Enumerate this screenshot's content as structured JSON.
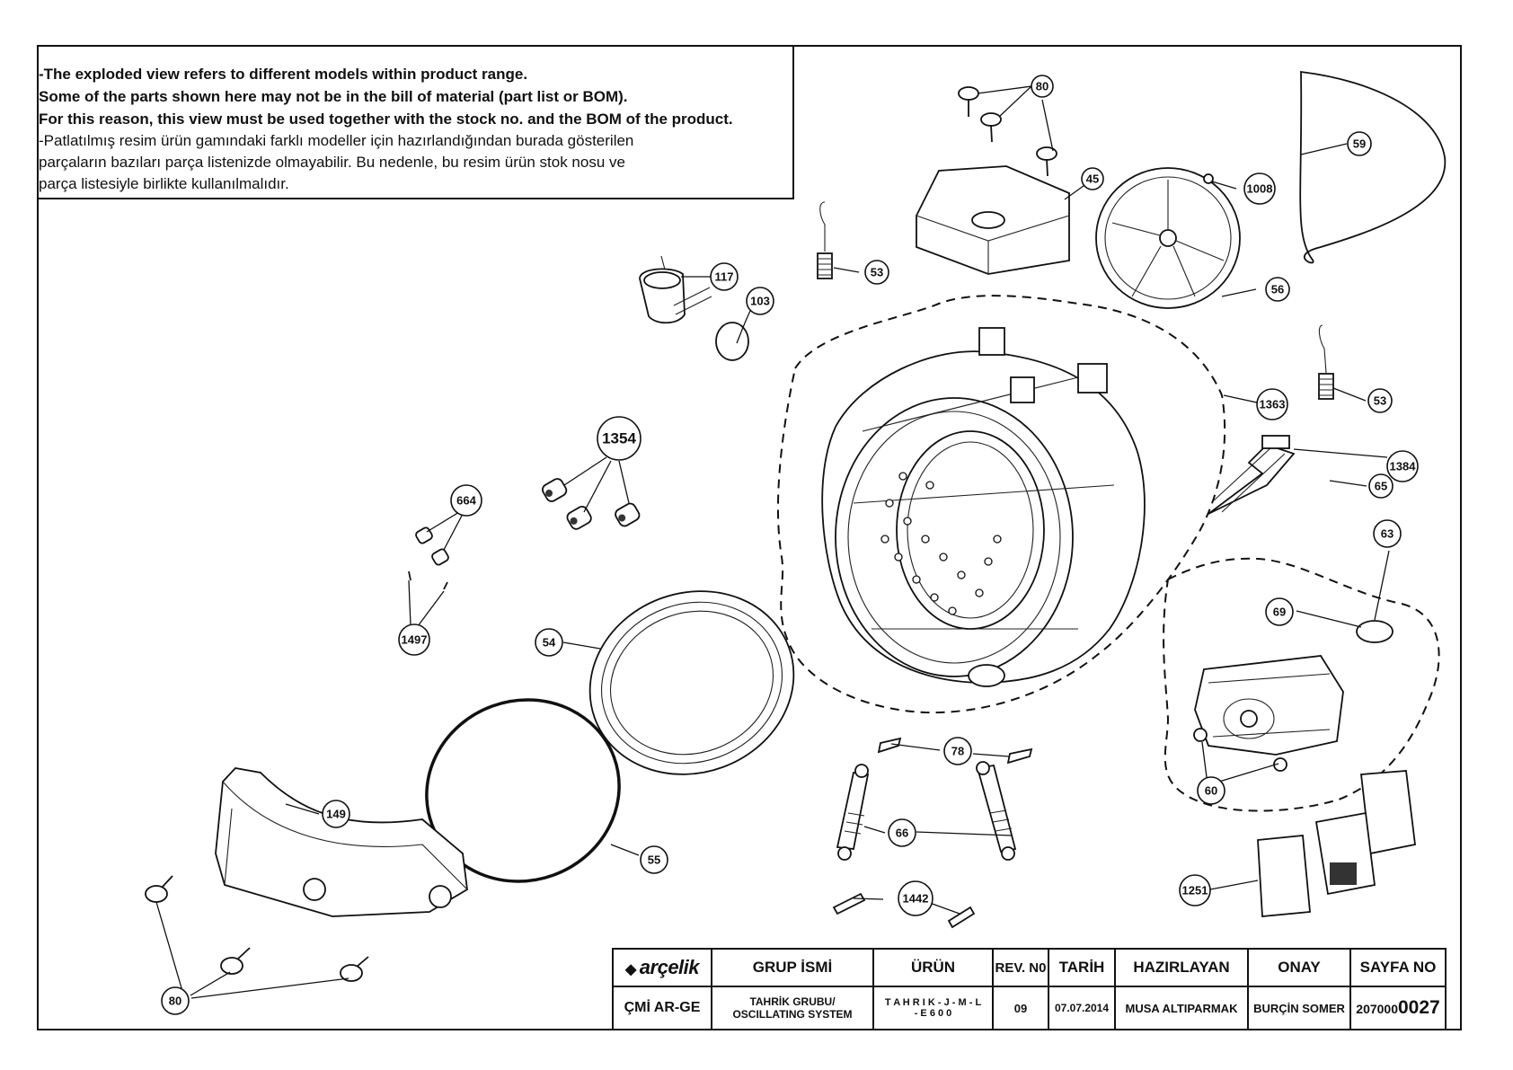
{
  "notice": {
    "en_lines": [
      "-The exploded view refers to different models within product range.",
      " Some of the parts shown here may not be in the bill of material (part list or BOM).",
      " For this reason, this view must be used together with the stock no. and the BOM of the product."
    ],
    "tr_lines": [
      "-Patlatılmış resim ürün gamındaki farklı modeller için hazırlandığından burada gösterilen",
      " parçaların bazıları parça listenizde olmayabilir. Bu nedenle, bu resim ürün stok nosu ve",
      " parça listesiyle birlikte kullanılmalıdır."
    ]
  },
  "callouts": [
    {
      "id": "80-top",
      "label": "80"
    },
    {
      "id": "59",
      "label": "59"
    },
    {
      "id": "45",
      "label": "45"
    },
    {
      "id": "1008",
      "label": "1008"
    },
    {
      "id": "53-top",
      "label": "53"
    },
    {
      "id": "56",
      "label": "56"
    },
    {
      "id": "117",
      "label": "117"
    },
    {
      "id": "103",
      "label": "103"
    },
    {
      "id": "1363",
      "label": "1363"
    },
    {
      "id": "53-right",
      "label": "53"
    },
    {
      "id": "1354",
      "label": "1354"
    },
    {
      "id": "1384",
      "label": "1384"
    },
    {
      "id": "65",
      "label": "65"
    },
    {
      "id": "664",
      "label": "664"
    },
    {
      "id": "63",
      "label": "63"
    },
    {
      "id": "69",
      "label": "69"
    },
    {
      "id": "1497",
      "label": "1497"
    },
    {
      "id": "54",
      "label": "54"
    },
    {
      "id": "78",
      "label": "78"
    },
    {
      "id": "60",
      "label": "60"
    },
    {
      "id": "149",
      "label": "149"
    },
    {
      "id": "66",
      "label": "66"
    },
    {
      "id": "55",
      "label": "55"
    },
    {
      "id": "1251",
      "label": "1251"
    },
    {
      "id": "1442",
      "label": "1442"
    },
    {
      "id": "80-bottom",
      "label": "80"
    }
  ],
  "title_block": {
    "brand": "arçelik",
    "headers": {
      "group_name": "GRUP İSMİ",
      "product": "ÜRÜN",
      "rev": "REV. N0",
      "date": "TARİH",
      "prepared": "HAZIRLAYAN",
      "approval": "ONAY",
      "page_no": "SAYFA NO"
    },
    "values": {
      "dept": "ÇMİ AR-GE",
      "group_name": "TAHRİK GRUBU/ OSCILLATING SYSTEM",
      "product": "T A H R I K - J - M - L - E 6 0 0",
      "rev": "09",
      "date": "07.07.2014",
      "prepared": "MUSA ALTIPARMAK",
      "approval": "BURÇİN SOMER",
      "page_prefix": "207000",
      "page_suffix": "0027"
    }
  }
}
